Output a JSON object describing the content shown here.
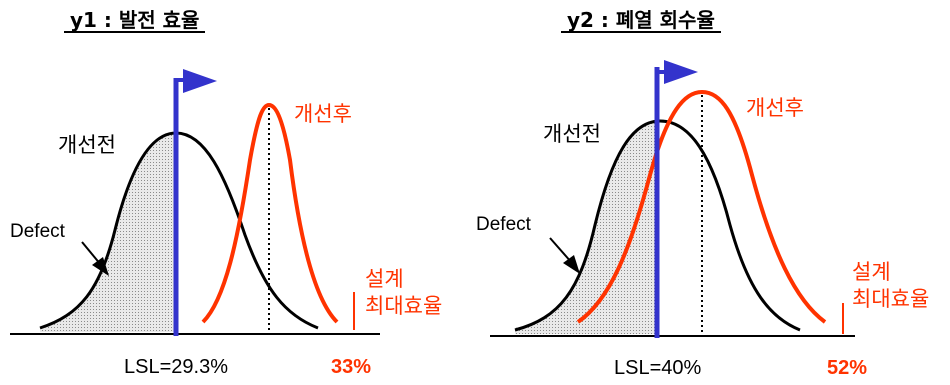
{
  "panels": [
    {
      "title": "y1 : 발전 효율",
      "before_label": "개선전",
      "after_label": "개선후",
      "defect_label": "Defect",
      "spec_label_line1": "설계",
      "spec_label_line2": "최대효율",
      "lsl_label": "LSL=29.3%",
      "limit_value": "33%"
    },
    {
      "title": "y2 : 폐열 회수율",
      "before_label": "개선전",
      "after_label": "개선후",
      "defect_label": "Defect",
      "spec_label_line1": "설계",
      "spec_label_line2": "최대효율",
      "lsl_label": "LSL=40%",
      "limit_value": "52%"
    }
  ],
  "colors": {
    "before_curve": "#000000",
    "after_curve": "#ff3300",
    "lsl_line": "#3333cc",
    "defect_fill": "#d9d9d9",
    "text_accent": "#ff3300"
  }
}
